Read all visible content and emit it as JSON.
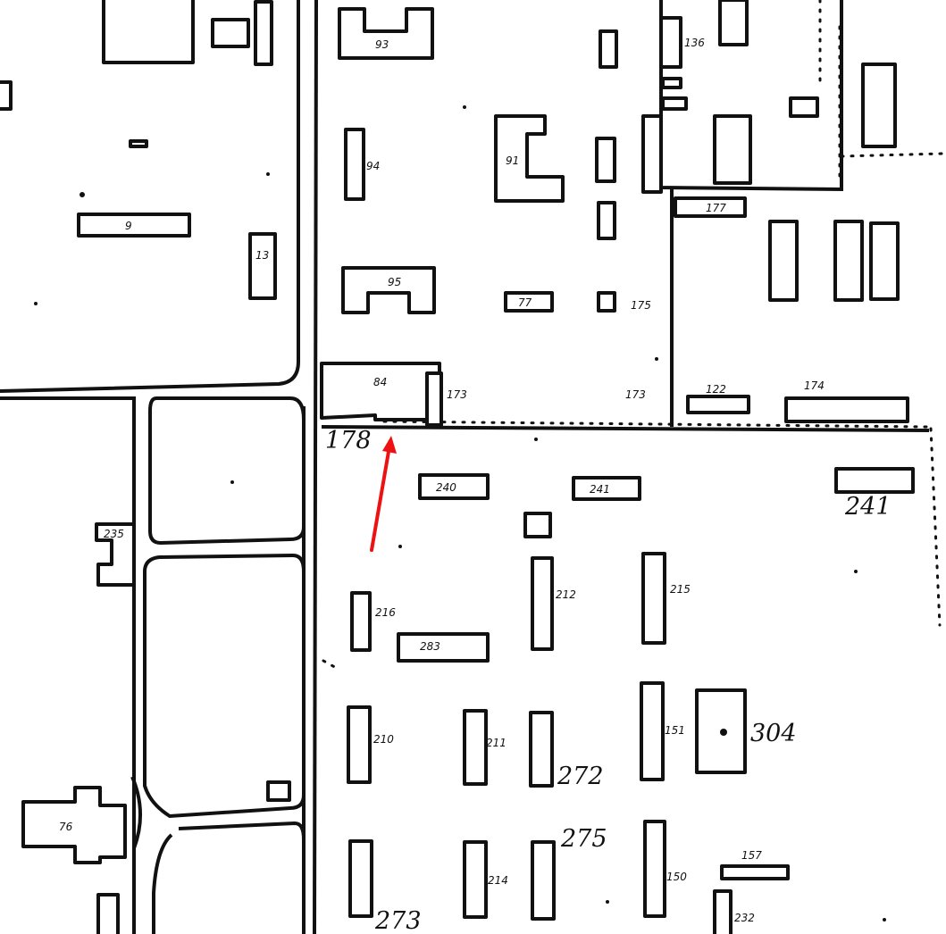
{
  "map": {
    "background": "#ffffff",
    "ink_color": "#111111",
    "arrow_color": "#ee1111",
    "building_labels": {
      "b93": "93",
      "b94": "94",
      "b91": "91",
      "b9": "9",
      "b13": "13",
      "b95": "95",
      "b77": "77",
      "b84": "84",
      "b177": "177",
      "b173": "173",
      "b175": "175",
      "b173b": "173",
      "b122": "122",
      "b174": "174",
      "b240": "240",
      "b241": "241",
      "b241b": "241",
      "b216": "216",
      "b212": "212",
      "b215": "215",
      "b283": "283",
      "b210": "210",
      "b211": "211",
      "b151": "151",
      "b304": "304",
      "b272": "272",
      "b275": "275",
      "b214": "214",
      "b150": "150",
      "b157": "157",
      "b273": "273",
      "b232": "232",
      "b76": "76",
      "b235": "235",
      "b136": "136",
      "b178": "178"
    },
    "annotation": {
      "arrow_target_label": "178",
      "arrow_icon": "red-arrow-icon"
    }
  }
}
